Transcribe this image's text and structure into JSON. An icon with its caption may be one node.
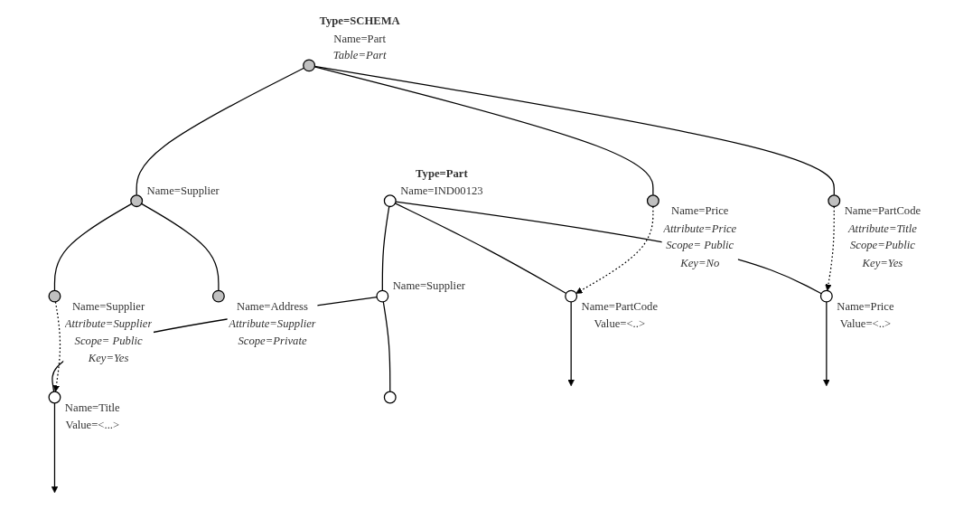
{
  "diagram": {
    "nodes": [
      {
        "text": [],
        "shape": "circle",
        "beside": [
          "Type=SCHEMA",
          "Name=Part",
          "Table=Part"
        ]
      },
      {
        "text": [],
        "shape": "circle",
        "beside": [
          "Name=PartCode",
          "Attribute=Title",
          "Scope=Public",
          "Key=Yes"
        ]
      },
      {
        "text": [],
        "shape": "circle",
        "beside": [
          "Name=Supplier"
        ]
      },
      {
        "text": [],
        "shape": "circle",
        "beside": [
          "Name=Price",
          "Attribute=Price",
          "Scope= Public",
          "Key=No"
        ]
      },
      {
        "text": [],
        "shape": "circle",
        "beside": [
          "Name=Supplier",
          "Attribute=Supplier",
          "Scope= Public",
          "Key=Yes"
        ]
      },
      {
        "text": [],
        "shape": "circle",
        "beside": [
          "Name=Address",
          "Attribute=Supplier",
          "Scope=Private"
        ]
      },
      {
        "text": [],
        "shape": "circle",
        "beside": [
          "Type=Part",
          "Name=IND00123"
        ]
      },
      {
        "text": [],
        "shape": "circle",
        "beside": [
          "Name=PartCode",
          "Value=<..>"
        ]
      },
      {
        "text": [],
        "shape": "circle",
        "beside": [
          "Name=Supplier"
        ]
      },
      {
        "text": [],
        "shape": "circle",
        "beside": [
          "Name=Price",
          "Value=<..>"
        ]
      },
      {
        "text": [],
        "shape": "circle",
        "beside": [
          "Name=Title",
          "Value=<...>"
        ]
      },
      {
        "text": [],
        "shape": "circle"
      }
    ],
    "edges": [
      {
        "from": 0,
        "to": 1,
        "arrow": "none"
      },
      {
        "from": 0,
        "to": 2,
        "arrow": "none"
      },
      {
        "from": 0,
        "to": 3,
        "arrow": "none"
      },
      {
        "from": 2,
        "to": 4,
        "arrow": "none"
      },
      {
        "from": 2,
        "to": 5,
        "arrow": "none"
      },
      {
        "from": 6,
        "to": 7,
        "arrow": "none"
      },
      {
        "from": 6,
        "to": 8,
        "arrow": "none"
      },
      {
        "from": 6,
        "to": 9,
        "arrow": "none"
      },
      {
        "from": 8,
        "to": 10,
        "arrow": "none"
      },
      {
        "from": 8,
        "to": 11,
        "arrow": "none"
      },
      {
        "from": 1,
        "to": 9,
        "arrow": "to",
        "style": "dashed"
      },
      {
        "from": 3,
        "to": 7,
        "arrow": "to",
        "style": "dashed"
      },
      {
        "from": 4,
        "to": 10,
        "arrow": "to",
        "style": "dashed"
      },
      {
        "from": 7,
        "to": null,
        "arrow": "to"
      },
      {
        "from": 10,
        "to": null,
        "arrow": "to"
      },
      {
        "from": 9,
        "to": null,
        "arrow": "to"
      }
    ]
  }
}
